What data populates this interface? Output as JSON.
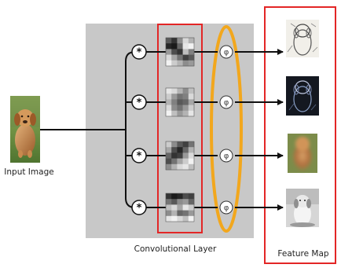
{
  "labels": {
    "input": "Input Image",
    "conv_layer": "Convolutional Layer",
    "feature_map": "Feature Map"
  },
  "operators": {
    "convolution_symbol": "*",
    "activation_symbol": "φ"
  },
  "colors": {
    "layer_background": "#c8c8c8",
    "kernel_highlight": "#e32626",
    "activation_highlight": "#f2a71d",
    "feature_map_highlight": "#e32626",
    "connector": "#111111"
  },
  "kernels": [
    [
      [
        0.35,
        0.2,
        0.55,
        0.85,
        0.7
      ],
      [
        0.15,
        0.1,
        0.4,
        0.9,
        0.95
      ],
      [
        0.6,
        0.3,
        0.2,
        0.75,
        0.5
      ],
      [
        0.85,
        0.65,
        0.45,
        0.25,
        0.35
      ],
      [
        0.95,
        0.8,
        0.7,
        0.55,
        0.6
      ]
    ],
    [
      [
        0.9,
        0.85,
        0.7,
        0.55,
        0.75
      ],
      [
        0.8,
        0.6,
        0.45,
        0.5,
        0.85
      ],
      [
        0.7,
        0.5,
        0.35,
        0.4,
        0.65
      ],
      [
        0.85,
        0.55,
        0.45,
        0.6,
        0.8
      ],
      [
        0.95,
        0.75,
        0.6,
        0.7,
        0.9
      ]
    ],
    [
      [
        0.8,
        0.55,
        0.35,
        0.25,
        0.45
      ],
      [
        0.65,
        0.3,
        0.15,
        0.4,
        0.7
      ],
      [
        0.4,
        0.2,
        0.25,
        0.6,
        0.85
      ],
      [
        0.3,
        0.45,
        0.65,
        0.8,
        0.95
      ],
      [
        0.55,
        0.7,
        0.85,
        0.9,
        0.75
      ]
    ],
    [
      [
        0.2,
        0.1,
        0.15,
        0.3,
        0.25
      ],
      [
        0.45,
        0.35,
        0.55,
        0.6,
        0.4
      ],
      [
        0.75,
        0.85,
        0.65,
        0.9,
        0.8
      ],
      [
        0.55,
        0.7,
        0.4,
        0.45,
        0.6
      ],
      [
        0.9,
        0.95,
        0.85,
        0.75,
        0.95
      ]
    ]
  ]
}
